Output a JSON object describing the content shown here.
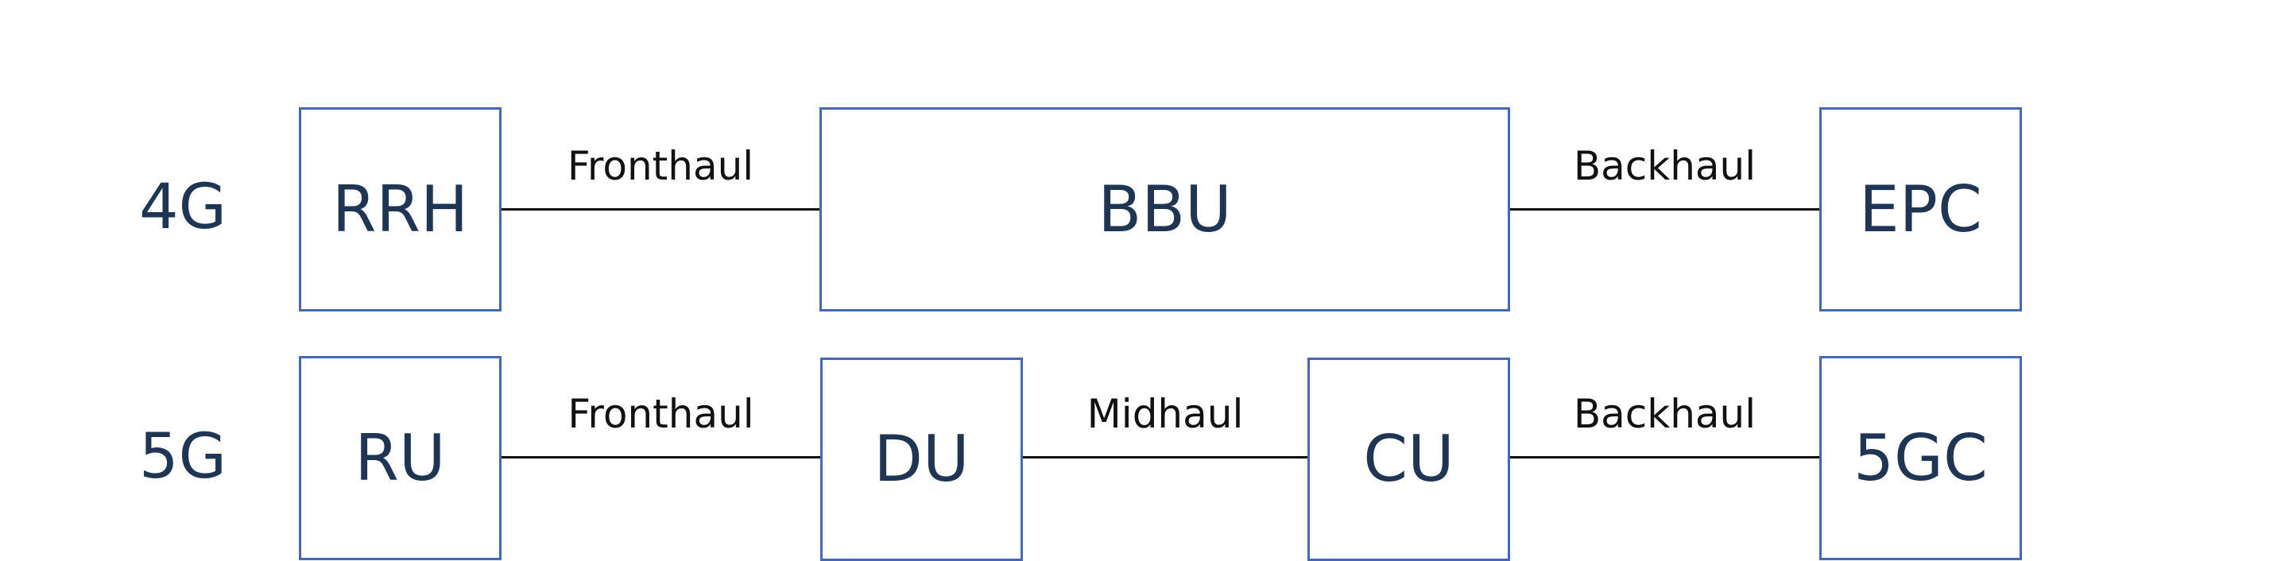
{
  "rows": [
    {
      "generation": "4G",
      "nodes": [
        "RRH",
        "BBU",
        "EPC"
      ],
      "links": [
        "Fronthaul",
        "Backhaul"
      ]
    },
    {
      "generation": "5G",
      "nodes": [
        "RU",
        "DU",
        "CU",
        "5GC"
      ],
      "links": [
        "Fronthaul",
        "Midhaul",
        "Backhaul"
      ]
    }
  ],
  "colors": {
    "box_border": "#4667b5",
    "box_text": "#1f3554",
    "link_line": "#111111",
    "link_text": "#111111"
  }
}
